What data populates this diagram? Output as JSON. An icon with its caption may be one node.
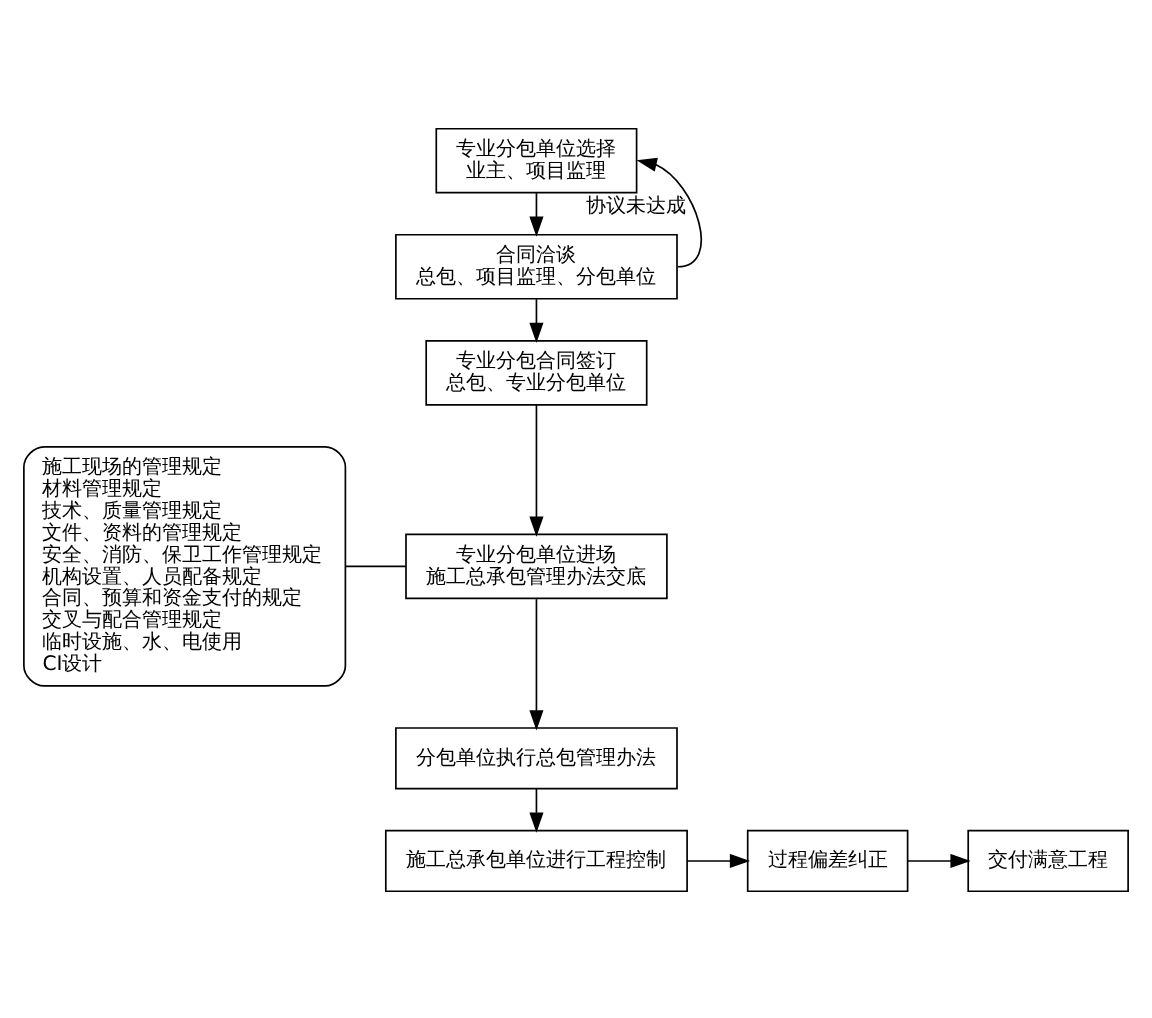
{
  "diagram": {
    "nodes": [
      {
        "text": [
          "专业分包单位选择",
          "业主、项目监理"
        ]
      },
      {
        "text": [
          "合同洽谈",
          "总包、项目监理、分包单位"
        ]
      },
      {
        "text": [
          "专业分包合同签订",
          "总包、专业分包单位"
        ]
      },
      {
        "text": [
          "专业分包单位进场",
          "施工总承包管理办法交底"
        ]
      },
      {
        "text": [
          "分包单位执行总包管理办法"
        ]
      },
      {
        "text": [
          "施工总承包单位进行工程控制"
        ]
      },
      {
        "text": [
          "过程偏差纠正"
        ]
      },
      {
        "text": [
          "交付满意工程"
        ]
      },
      {
        "text": [
          "施工现场的管理规定",
          "材料管理规定",
          "技术、质量管理规定",
          "文件、资料的管理规定",
          "安全、消防、保卫工作管理规定",
          "机构设置、人员配备规定",
          "合同、预算和资金支付的规定",
          "交叉与配合管理规定",
          "临时设施、水、电使用",
          "CI设计"
        ]
      }
    ],
    "edges": [
      {
        "from": 0,
        "to": 1,
        "arrow": "to"
      },
      {
        "from": 1,
        "to": 0,
        "arrow": "to",
        "label": "协议未达成"
      },
      {
        "from": 1,
        "to": 2,
        "arrow": "to"
      },
      {
        "from": 2,
        "to": 3,
        "arrow": "to"
      },
      {
        "from": 3,
        "to": 4,
        "arrow": "to"
      },
      {
        "from": 4,
        "to": 5,
        "arrow": "to"
      },
      {
        "from": 5,
        "to": 6,
        "arrow": "to"
      },
      {
        "from": 6,
        "to": 7,
        "arrow": "to"
      },
      {
        "from": 8,
        "to": 3,
        "arrow": "none"
      }
    ]
  }
}
